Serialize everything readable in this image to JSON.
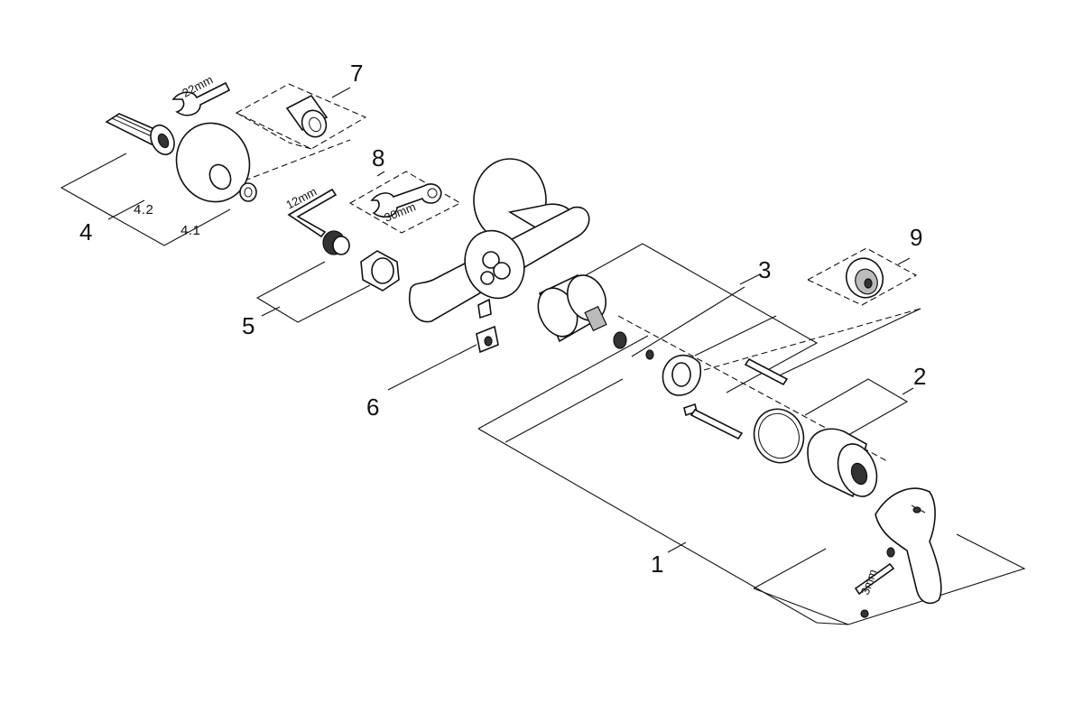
{
  "diagram": {
    "callouts": {
      "c1": "1",
      "c2": "2",
      "c3": "3",
      "c4": "4",
      "c41": "4.1",
      "c42": "4.2",
      "c5": "5",
      "c6": "6",
      "c7": "7",
      "c8": "8",
      "c9": "9"
    },
    "dimensions": {
      "wrench_22": "22mm",
      "hex_12": "12mm",
      "wrench_30": "30mm",
      "hex_3": "3mm"
    }
  }
}
